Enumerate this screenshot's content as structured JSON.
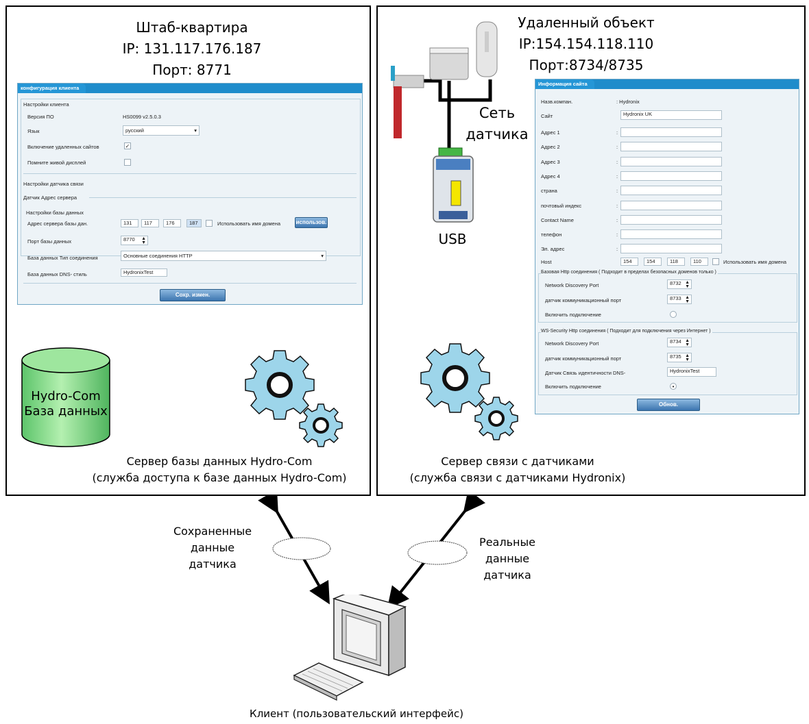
{
  "hq": {
    "title": "Штаб-квартира",
    "ip": "IP: 131.117.176.187",
    "port": "Порт: 8771",
    "dialog": {
      "tab": "конфигурация клиента",
      "section_client": "Настройки клиента",
      "version_label": "Версия ПО",
      "version_value": "HS0099 v2.5.0.3",
      "language_label": "Язык",
      "language_value": "русский",
      "remote_sites_label": "Включение удаленных сайтов",
      "remote_sites_checked": "✓",
      "live_display_label": "Помните живой дисплей",
      "sensor_comm_settings": "Настройки датчика связи",
      "sensor_server_address": "Датчик Адрес сервера",
      "db_settings": "Настройки базы данных",
      "db_server_label": "Адрес сервера базы дан.",
      "ip_octets": [
        "131",
        "117",
        "176",
        "187"
      ],
      "use_domain_label": "Использовать имя домена",
      "use_button": "использов.",
      "db_port_label": "Порт базы данных",
      "db_port_value": "8770",
      "conn_type_label": "База данных Тип соединения",
      "conn_type_value": "Основные соединения HTTP",
      "dns_label": "База данных DNS- стиль",
      "dns_value": "HydronixTest",
      "save_button": "Сохр. измен."
    },
    "db_label_1": "Hydro-Com",
    "db_label_2": "База данных",
    "caption_1": "Сервер базы данных Hydro-Com",
    "caption_2": "(служба доступа к базе данных Hydro-Com)"
  },
  "remote": {
    "title": "Удаленный объект",
    "ip": "IP:154.154.118.110",
    "port": "Порт:8734/8735",
    "sensor_network_1": "Сеть",
    "sensor_network_2": "датчика",
    "usb": "USB",
    "dialog": {
      "tab": "Информация сайта",
      "company_label": "Назв.компан.",
      "company_value": ": Hydronix",
      "site_label": "Сайт",
      "site_value": "Hydronix UK",
      "fields": [
        {
          "label": "Адрес 1",
          "value": ""
        },
        {
          "label": "Адрес 2",
          "value": ""
        },
        {
          "label": "Адрес 3",
          "value": ""
        },
        {
          "label": "Адрес 4",
          "value": ""
        },
        {
          "label": "страна",
          "value": ""
        },
        {
          "label": "почтовый индекс",
          "value": ""
        },
        {
          "label": "Contact Name",
          "value": ""
        },
        {
          "label": "телефон",
          "value": ""
        },
        {
          "label": "Эл. адрес",
          "value": ""
        }
      ],
      "host_label": "Host",
      "host_octets": [
        "154",
        "154",
        "118",
        "110"
      ],
      "use_domain_label": "Использовать имя домена",
      "basic_group": "Базовая Http соединения ( Подходит в пределах безопасных доменов только )",
      "basic_discovery_label": "Network Discovery Port",
      "basic_discovery_value": "8732",
      "basic_comm_label": "датчик коммуникационный порт",
      "basic_comm_value": "8733",
      "basic_enable_label": "Включить подключение",
      "ws_group": "WS-Security Http соединения ( Подходит для подключения через Интернет )",
      "ws_discovery_label": "Network Discovery Port",
      "ws_discovery_value": "8734",
      "ws_comm_label": "датчик коммуникационный порт",
      "ws_comm_value": "8735",
      "ws_identity_label": "Датчик Связь идентичности DNS-",
      "ws_identity_value": "HydronixTest",
      "ws_enable_label": "Включить подключение",
      "update_button": "Обнов."
    },
    "caption_1": "Сервер связи с датчиками",
    "caption_2": "(служба связи с датчиками Hydronix)"
  },
  "bottom": {
    "left_1": "Сохраненные",
    "left_2": "данные",
    "left_3": "датчика",
    "right_1": "Реальные",
    "right_2": "данные",
    "right_3": "датчика",
    "client": "Клиент (пользовательский интерфейс)"
  }
}
